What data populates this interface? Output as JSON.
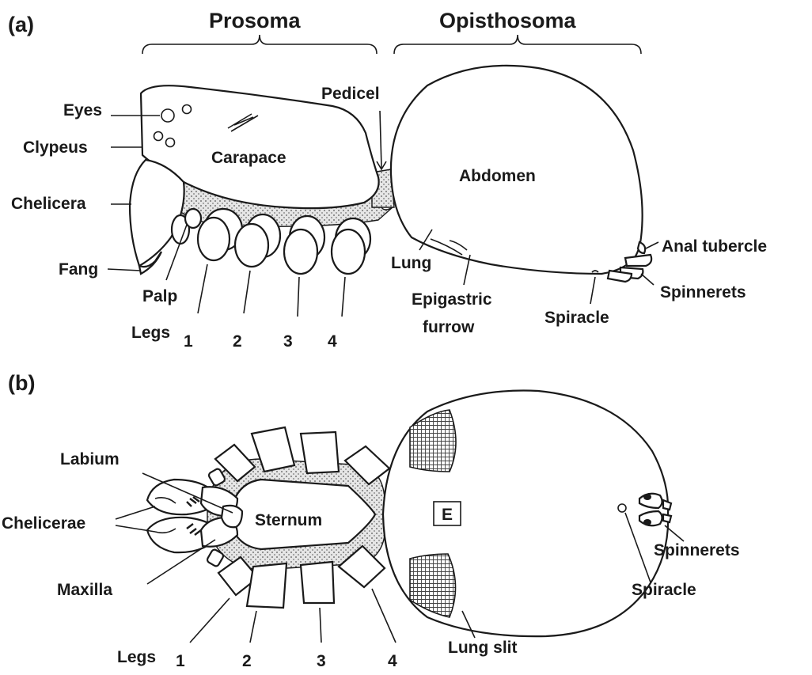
{
  "panel_a": {
    "tag": "(a)",
    "prosoma": "Prosoma",
    "opisthosoma": "Opisthosoma",
    "eyes": "Eyes",
    "clypeus": "Clypeus",
    "chelicera": "Chelicera",
    "fang": "Fang",
    "palp": "Palp",
    "legs": "Legs",
    "leg_numbers": [
      "1",
      "2",
      "3",
      "4"
    ],
    "carapace": "Carapace",
    "pedicel": "Pedicel",
    "abdomen": "Abdomen",
    "lung": "Lung",
    "epigastric_1": "Epigastric",
    "epigastric_2": "furrow",
    "spiracle": "Spiracle",
    "anal_tubercle": "Anal tubercle",
    "spinnerets": "Spinnerets"
  },
  "panel_b": {
    "tag": "(b)",
    "labium": "Labium",
    "chelicerae": "Chelicerae",
    "maxilla": "Maxilla",
    "sternum": "Sternum",
    "legs": "Legs",
    "leg_numbers": [
      "1",
      "2",
      "3",
      "4"
    ],
    "epigyne": "E",
    "lung_slit": "Lung slit",
    "spiracle": "Spiracle",
    "spinnerets": "Spinnerets"
  }
}
